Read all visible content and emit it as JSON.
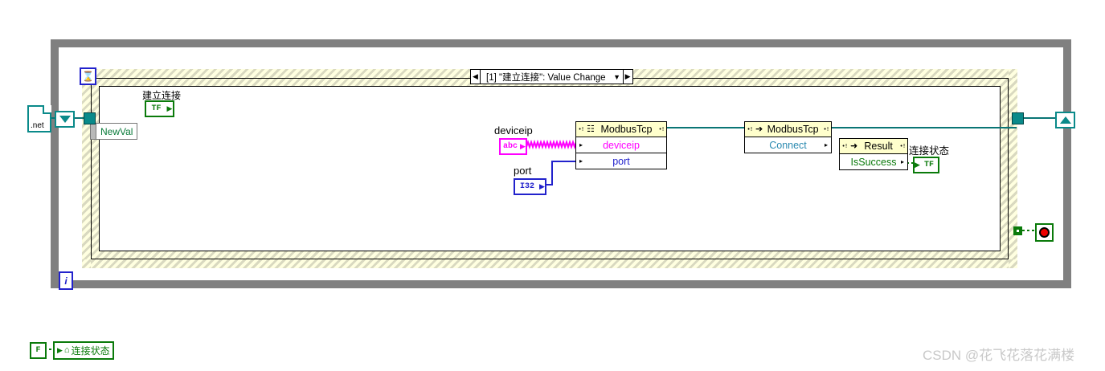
{
  "diagram": {
    "title": "LabVIEW Block Diagram - Modbus TCP Connect",
    "structures": {
      "while_loop": {
        "name": "While Loop",
        "iteration_label": "i"
      },
      "event_structure": {
        "name": "Event Structure",
        "timeout_icon": "hourglass-icon",
        "selector": {
          "left_arrow": "◀",
          "right_arrow": "▶",
          "dropdown": "▼",
          "case_label": "[1] \"建立连接\": Value Change"
        },
        "event_data_node": {
          "label": "NewVal",
          "grip": ""
        }
      }
    },
    "terminals": {
      "net_reference": {
        "label": ".net",
        "icon": "document-icon"
      },
      "dynamic_event_in": {
        "icon": "dynamic-event-down-arrow-icon"
      },
      "dynamic_event_out": {
        "icon": "dynamic-event-up-arrow-icon"
      }
    },
    "controls": {
      "boolean_connect": {
        "label": "建立连接",
        "value": "TF",
        "arrow": "▶",
        "color": "#0a7a0a"
      },
      "deviceip_constant": {
        "label": "deviceip",
        "value": "abc",
        "arrow": "▶",
        "color": "#ff00ff"
      },
      "port_constant": {
        "label": "port",
        "value": "I32",
        "arrow": "▶",
        "color": "#2222cc"
      },
      "status_indicator": {
        "label": "连接状态",
        "value": "TF",
        "arrow": "▶",
        "color": "#0a7a0a"
      },
      "stop_button": {
        "name": "stop-button",
        "color": "#ee0000"
      },
      "false_constant": {
        "value": "F",
        "color": "#0a7a0a"
      },
      "local_variable": {
        "label": "连接状态",
        "arrow": "▶",
        "home_icon": "⌂",
        "color": "#0a7a0a"
      }
    },
    "nodes": {
      "modbus_constructor": {
        "header": "ModbusTcp",
        "left_glyph": "•!",
        "icon": "constructor-node-icon",
        "right_glyph": "•!",
        "rows": [
          {
            "text": "deviceip",
            "color": "#ff00ff",
            "in": "▸",
            "out": ""
          },
          {
            "text": "port",
            "color": "#2222cc",
            "in": "▸",
            "out": ""
          }
        ]
      },
      "modbus_connect": {
        "header": "ModbusTcp",
        "left_glyph": "•!",
        "icon": "invoke-node-icon",
        "right_glyph": "•!",
        "rows": [
          {
            "text": "Connect",
            "color": "#2a8ab0",
            "in": "",
            "out": "▸"
          }
        ]
      },
      "result_node": {
        "header": "Result",
        "left_glyph": "•!",
        "icon": "property-node-icon",
        "right_glyph": "•!",
        "rows": [
          {
            "text": "IsSuccess",
            "color": "#0a7a0a",
            "in": "",
            "out": "▸"
          }
        ]
      }
    },
    "wires": {
      "reference_wire_color": "#0a7575",
      "string_wire_color": "#ff00ff",
      "integer_wire_color": "#2222cc",
      "boolean_wire_color": "#0a7a0a"
    }
  },
  "watermark": {
    "text": "CSDN @花飞花落花满楼"
  }
}
